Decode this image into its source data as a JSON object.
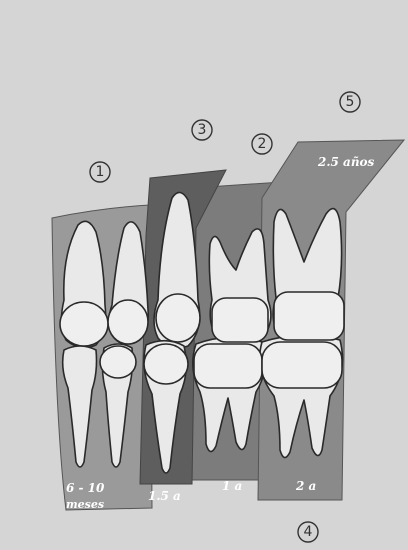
{
  "figure": {
    "markers": [
      "1",
      "3",
      "2",
      "5",
      "4"
    ],
    "band_labels": {
      "band1_line1": "6 - 10",
      "band1_line2": "meses",
      "band3": "1.5 a",
      "band2": "1 a",
      "band4": "2 a",
      "band5": "2.5 años"
    },
    "colors": {
      "background": "#d5d5d5",
      "band_light": "#9a9a9a",
      "band_mid": "#7c7c7c",
      "band_dark": "#5e5e5e",
      "tooth_fill": "#e9e9e9",
      "outline": "#2a2a2a"
    }
  }
}
